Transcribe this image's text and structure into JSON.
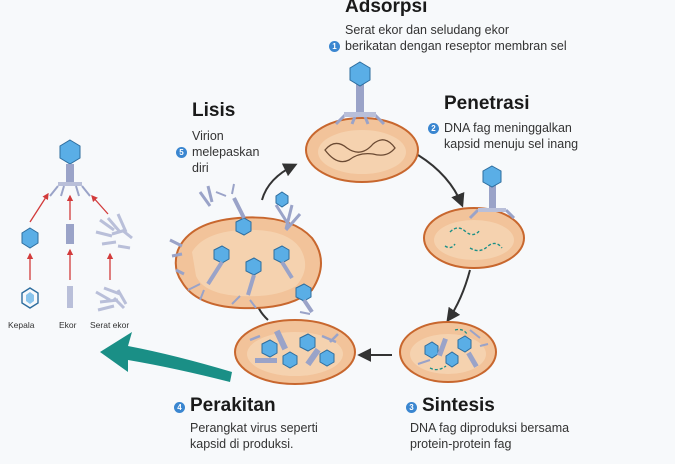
{
  "stages": {
    "adsorpsi": {
      "step": "1",
      "title": "Adsorpsi",
      "desc_line1": "Serat ekor dan seludang ekor",
      "desc_line2": "berikatan dengan reseptor membran sel"
    },
    "penetrasi": {
      "step": "2",
      "title": "Penetrasi",
      "desc_line1": "DNA fag meninggalkan",
      "desc_line2": "kapsid menuju sel inang"
    },
    "sintesis": {
      "step": "3",
      "title": "Sintesis",
      "desc_line1": "DNA fag diproduksi bersama",
      "desc_line2": "protein-protein fag"
    },
    "perakitan": {
      "step": "4",
      "title": "Perakitan",
      "desc_line1": "Perangkat virus seperti",
      "desc_line2": "kapsid di produksi."
    },
    "lisis": {
      "step": "5",
      "title": "Lisis",
      "desc_line1": "Virion",
      "desc_line2": "melepaskan",
      "desc_line3": "diri"
    }
  },
  "assembly_parts": {
    "head": "Kepala",
    "tail": "Ekor",
    "tail_fibers": "Serat ekor"
  },
  "colors": {
    "cell_fill": "#f2c39a",
    "cell_stroke": "#c8672e",
    "cell_inner": "#f7d8b8",
    "capsid": "#5aaee6",
    "tail": "#9aa3c8",
    "arrow": "#333333",
    "big_arrow": "#1a8f86",
    "badge": "#3a86d0"
  }
}
